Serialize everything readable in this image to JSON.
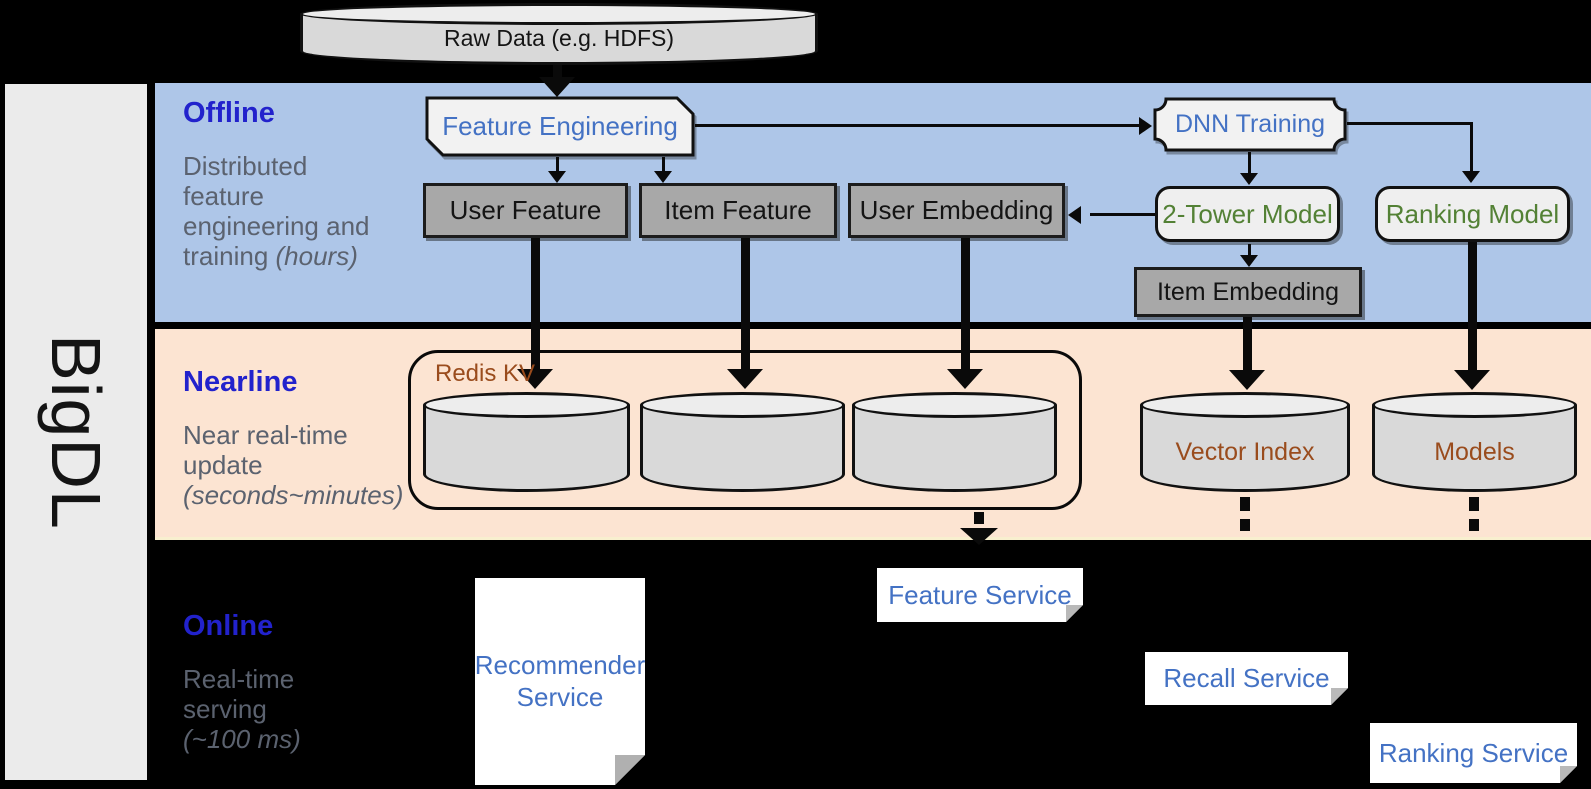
{
  "brand": {
    "label": "BigDL"
  },
  "raw_data": {
    "label": "Raw Data (e.g. HDFS)"
  },
  "sections": {
    "offline": {
      "title": "Offline",
      "subtitle": "Distributed\nfeature\nengineering and\ntraining ",
      "subtitle_italic": "(hours)"
    },
    "nearline": {
      "title": "Nearline",
      "subtitle": "Near real-time\nupdate\n",
      "subtitle_italic": "(seconds~minutes)"
    },
    "online": {
      "title": "Online",
      "subtitle": "Real-time\nserving\n",
      "subtitle_italic": "(~100 ms)"
    }
  },
  "offline": {
    "feature_engineering": "Feature Engineering",
    "dnn_training": "DNN Training",
    "user_feature": "User Feature",
    "item_feature": "Item Feature",
    "user_embedding": "User Embedding",
    "two_tower_model": "2-Tower Model",
    "ranking_model": "Ranking Model",
    "item_embedding": "Item Embedding"
  },
  "nearline": {
    "redis_kv": "Redis KV",
    "vector_index": "Vector Index",
    "models": "Models"
  },
  "online": {
    "recommender_service": "Recommender Service",
    "feature_service": "Feature Service",
    "recall_service": "Recall Service",
    "ranking_service": "Ranking Service"
  },
  "colors": {
    "offline_band": "#aec6e8",
    "nearline_band": "#fce4d2",
    "accent_blue": "#4472c4",
    "section_title_blue": "#2222cc",
    "model_green": "#538135",
    "storage_brown": "#9a4c1d"
  }
}
